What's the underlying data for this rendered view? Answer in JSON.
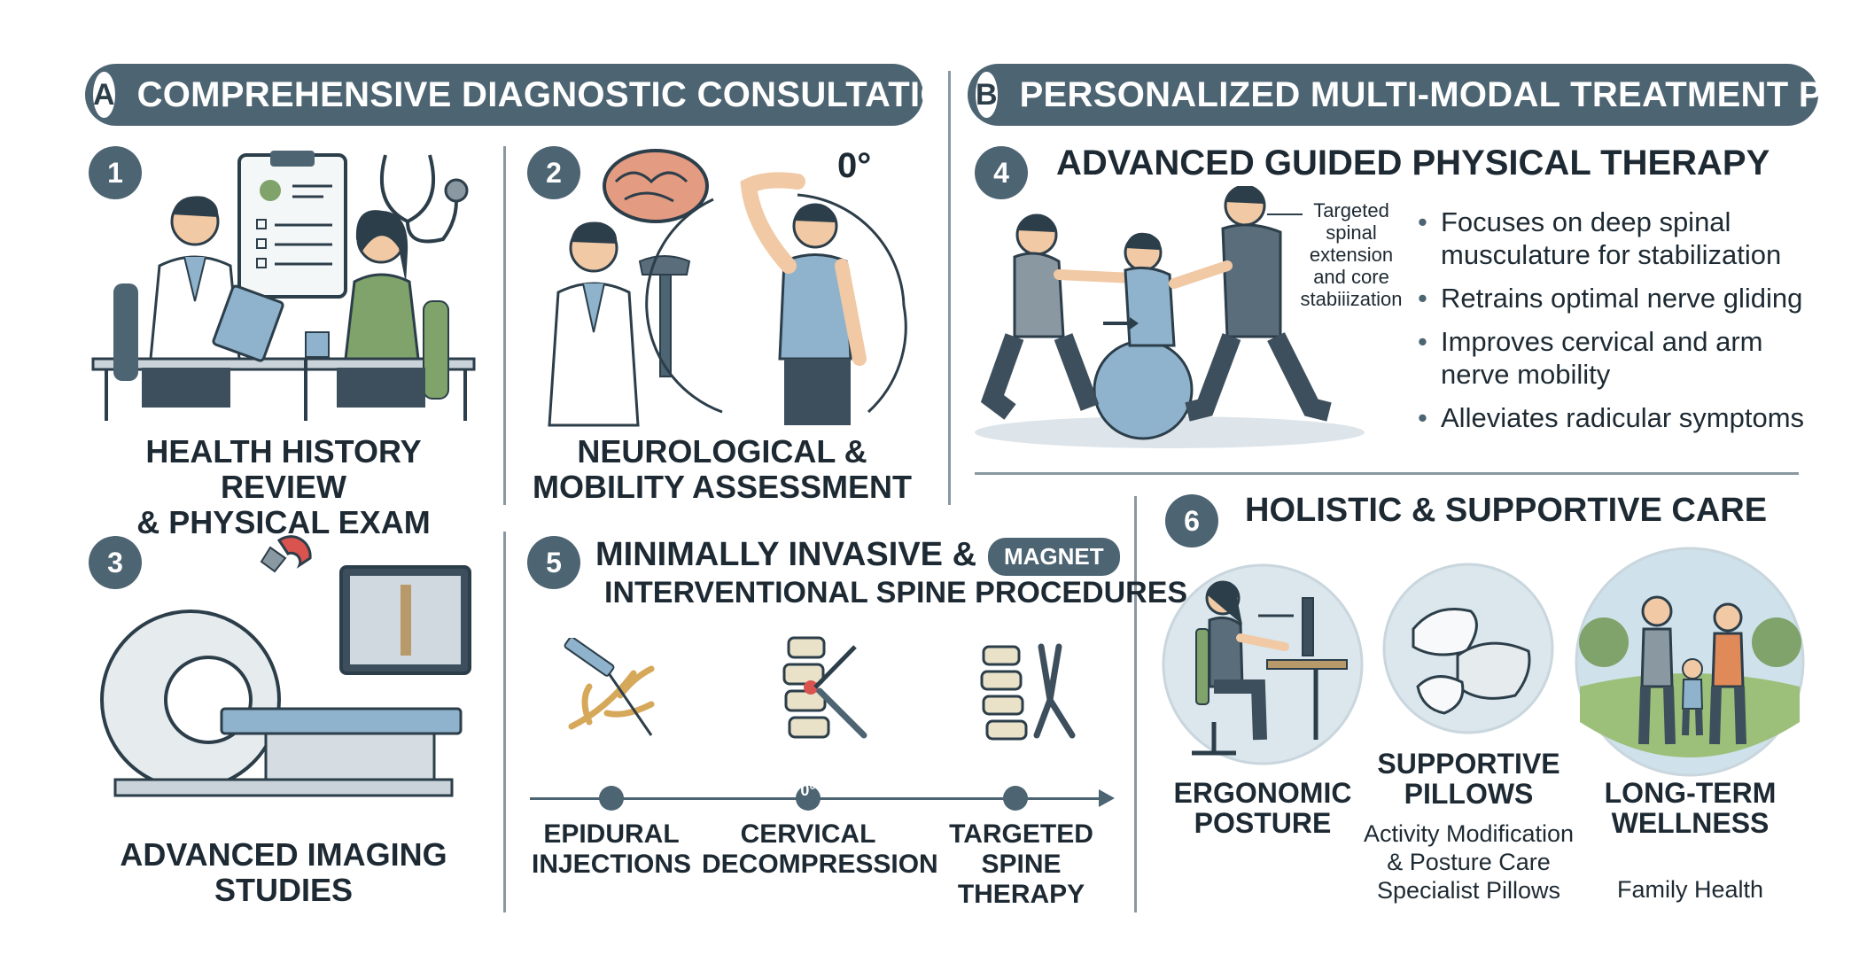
{
  "section_a": {
    "letter": "A",
    "title": "COMPREHENSIVE DIAGNOSTIC CONSULTATION"
  },
  "section_b": {
    "letter": "B",
    "title": "PERSONALIZED MULTI-MODAL TREATMENT PLAN"
  },
  "step1": {
    "number": "1",
    "caption": "HEALTH HISTORY REVIEW\n& PHYSICAL EXAM"
  },
  "step2": {
    "number": "2",
    "caption": "NEUROLOGICAL &\nMOBILITY ASSESSMENT",
    "angle_label": "0°"
  },
  "step3": {
    "number": "3",
    "caption": "ADVANCED IMAGING\nSTUDIES"
  },
  "step4": {
    "number": "4",
    "title": "ADVANCED GUIDED PHYSICAL THERAPY",
    "annotation": "Targeted\nspinal\nextension\nand core\nstabiiization",
    "bullets": [
      "Focuses on deep spinal\nmusculature for stabilization",
      "Retrains optimal nerve gliding",
      "Improves cervical and arm\nnerve mobility",
      "Alleviates radicular symptoms"
    ]
  },
  "step5": {
    "number": "5",
    "title_line1": "MINIMALLY INVASIVE &",
    "title_line2": "INTERVENTIONAL SPINE PROCEDURES",
    "badge": "MAGNET",
    "timeline_mid_label": "0°",
    "procedures": [
      "EPIDURAL\nINJECTIONS",
      "CERVICAL\nDECOMPRESSION",
      "TARGETED\nSPINE THERAPY"
    ]
  },
  "step6": {
    "number": "6",
    "title": "HOLISTIC & SUPPORTIVE CARE",
    "items": [
      {
        "label": "ERGONOMIC\nPOSTURE",
        "sub": ""
      },
      {
        "label": "SUPPORTIVE\nPILLOWS",
        "sub": "Activity Modification\n& Posture Care\nSpecialist Pillows"
      },
      {
        "label": "LONG-TERM\nWELLNESS",
        "sub": "Family Health"
      }
    ]
  },
  "colors": {
    "primary": "#4d6472",
    "text": "#1e2a33",
    "accent_green": "#7fa36a",
    "accent_blue": "#8fb3cc"
  }
}
